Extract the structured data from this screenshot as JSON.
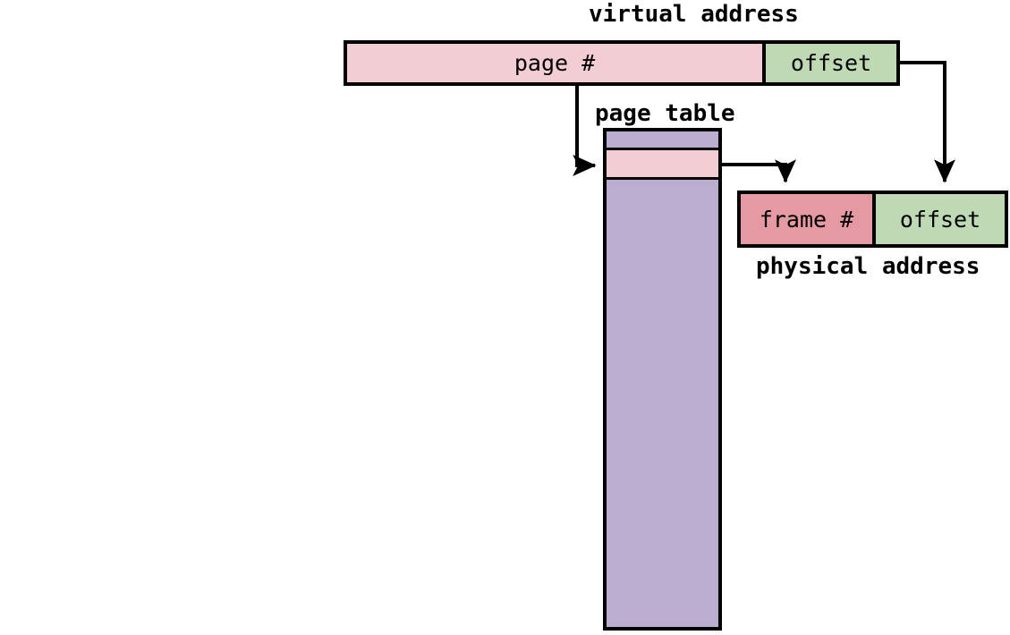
{
  "diagram": {
    "type": "virtual-to-physical address translation (paging)",
    "background_color": "#ffffff",
    "stroke_color": "#000000"
  },
  "colors": {
    "pink": "#F2CDD3",
    "green": "#BFD9B4",
    "purple": "#BAADD0",
    "red": "#E59AA3",
    "outline": "#000000"
  },
  "virtual_address": {
    "title": "virtual address",
    "segments": [
      {
        "label": "page #",
        "color": "#F2CDD3"
      },
      {
        "label": "offset",
        "color": "#BFD9B4"
      }
    ]
  },
  "page_table": {
    "title": "page table",
    "rows": [
      {
        "name": "upper-entries",
        "color": "#BAADD0",
        "selected": false
      },
      {
        "name": "selected-entry",
        "color": "#F2CDD3",
        "selected": true
      },
      {
        "name": "lower-entries",
        "color": "#BAADD0",
        "selected": false
      }
    ]
  },
  "physical_address": {
    "title": "physical address",
    "segments": [
      {
        "label": "frame #",
        "color": "#E59AA3"
      },
      {
        "label": "offset",
        "color": "#BFD9B4"
      }
    ]
  },
  "arrows": [
    {
      "name": "page-number-to-page-table",
      "from": "virtual address page # field",
      "to": "page table selected entry"
    },
    {
      "name": "page-table-entry-to-frame",
      "from": "page table selected entry",
      "to": "physical address frame # field"
    },
    {
      "name": "virtual-offset-to-physical-offset",
      "from": "virtual address offset field",
      "to": "physical address offset field"
    }
  ]
}
